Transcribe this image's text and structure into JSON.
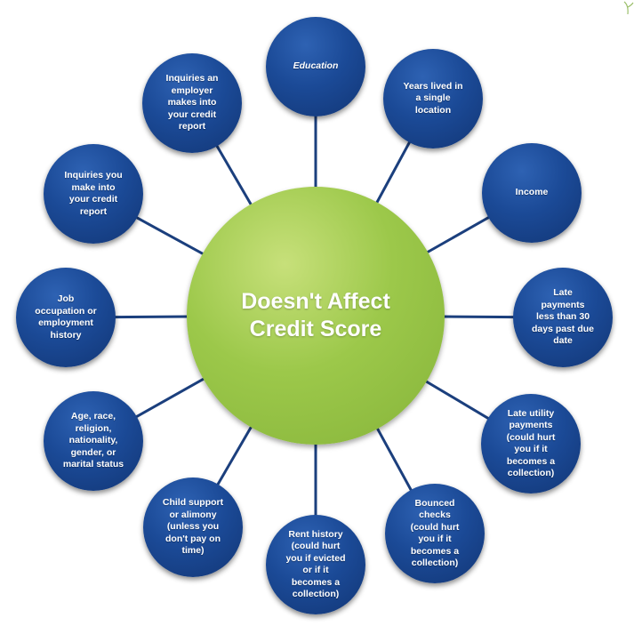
{
  "center": {
    "label": "Doesn't Affect\nCredit Score",
    "color": "#9cc84a"
  },
  "node_color": "#1b4a97",
  "link_color": "#1b3f7d",
  "nodes": [
    {
      "id": "education",
      "label": "Education",
      "italic": true
    },
    {
      "id": "years-lived",
      "label": "Years lived in\na single\nlocation"
    },
    {
      "id": "income",
      "label": "Income"
    },
    {
      "id": "late-payments",
      "label": "Late\npayments\nless than 30\ndays past due\ndate"
    },
    {
      "id": "late-utility",
      "label": "Late utility\npayments\n(could hurt\nyou if it\nbecomes a\ncollection)"
    },
    {
      "id": "bounced-checks",
      "label": "Bounced\nchecks\n(could hurt\nyou if it\nbecomes a\ncollection)"
    },
    {
      "id": "rent-history",
      "label": "Rent history\n(could hurt\nyou if evicted\nor if it\nbecomes a\ncollection)"
    },
    {
      "id": "child-support",
      "label": "Child support\nor alimony\n(unless you\ndon't pay on\ntime)"
    },
    {
      "id": "age-race",
      "label": "Age, race,\nreligion,\nnationality,\ngender, or\nmarital status"
    },
    {
      "id": "job-occupation",
      "label": "Job\noccupation or\nemployment\nhistory"
    },
    {
      "id": "inquiries-you",
      "label": "Inquiries you\nmake into\nyour credit\nreport"
    },
    {
      "id": "inquiries-employer",
      "label": "Inquiries an\nemployer\nmakes into\nyour credit\nreport"
    }
  ]
}
